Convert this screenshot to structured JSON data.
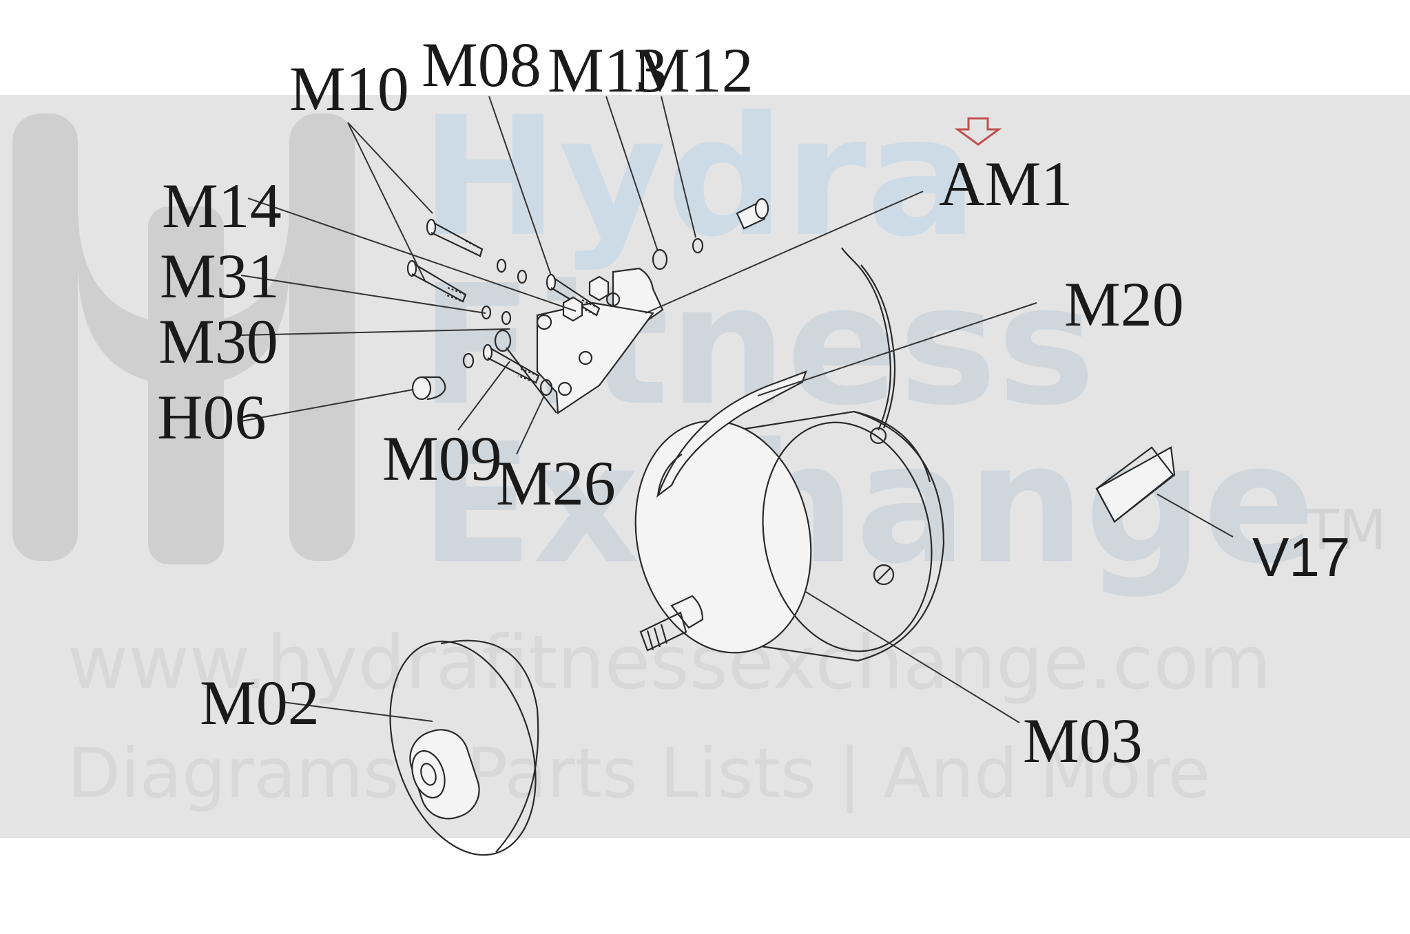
{
  "watermark": {
    "brand_line1": "Hydra",
    "brand_line2": "Fitness",
    "brand_line3": "Exchange",
    "trademark": "TM",
    "url": "www.hydrafitnessexchange.com",
    "tagline": "Diagrams | Parts Lists | And More",
    "colors": {
      "band": "#e4e4e4",
      "logo_gray": "#cfcfcf",
      "logo_blue": "#cddbe6"
    }
  },
  "labels": {
    "m10": "M10",
    "m08": "M08",
    "m13": "M13",
    "m12": "M12",
    "am1": "AM1",
    "m14": "M14",
    "m31": "M31",
    "m30": "M30",
    "h06": "H06",
    "m20": "M20",
    "m09": "M09",
    "m26": "M26",
    "v17": "V17",
    "m02": "M02",
    "m03": "M03"
  },
  "indicator": {
    "icon": "down-arrow-icon",
    "color": "#c0504d"
  }
}
